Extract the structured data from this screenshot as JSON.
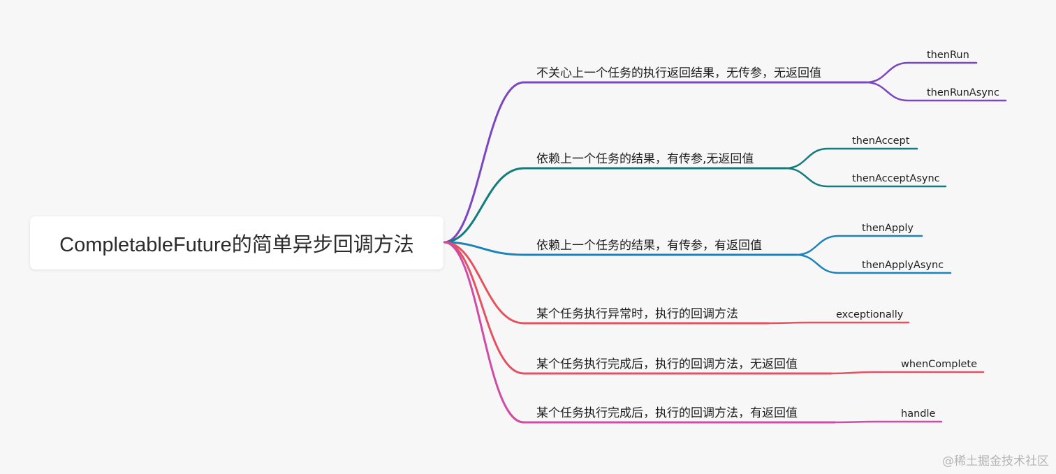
{
  "root": {
    "label": "CompletableFuture的简单异步回调方法"
  },
  "branches": [
    {
      "label": "不关心上一个任务的执行返回结果，无传参，无返回值",
      "color": "#7b46c1",
      "leaves": [
        "thenRun",
        "thenRunAsync"
      ]
    },
    {
      "label": "依赖上一个任务的结果，有传参,无返回值",
      "color": "#127b7b",
      "leaves": [
        "thenAccept",
        "thenAcceptAsync"
      ]
    },
    {
      "label": "依赖上一个任务的结果，有传参，有返回值",
      "color": "#1b83b8",
      "leaves": [
        "thenApply",
        "thenApplyAsync"
      ]
    },
    {
      "label": "某个任务执行异常时，执行的回调方法",
      "color": "#e5525e",
      "leaves": [
        "exceptionally"
      ]
    },
    {
      "label": "某个任务执行完成后，执行的回调方法，无返回值",
      "color": "#e45163",
      "leaves": [
        "whenComplete"
      ]
    },
    {
      "label": "某个任务执行完成后，执行的回调方法，有返回值",
      "color": "#d04aa6",
      "leaves": [
        "handle"
      ]
    }
  ],
  "watermark": "@稀土掘金技术社区"
}
